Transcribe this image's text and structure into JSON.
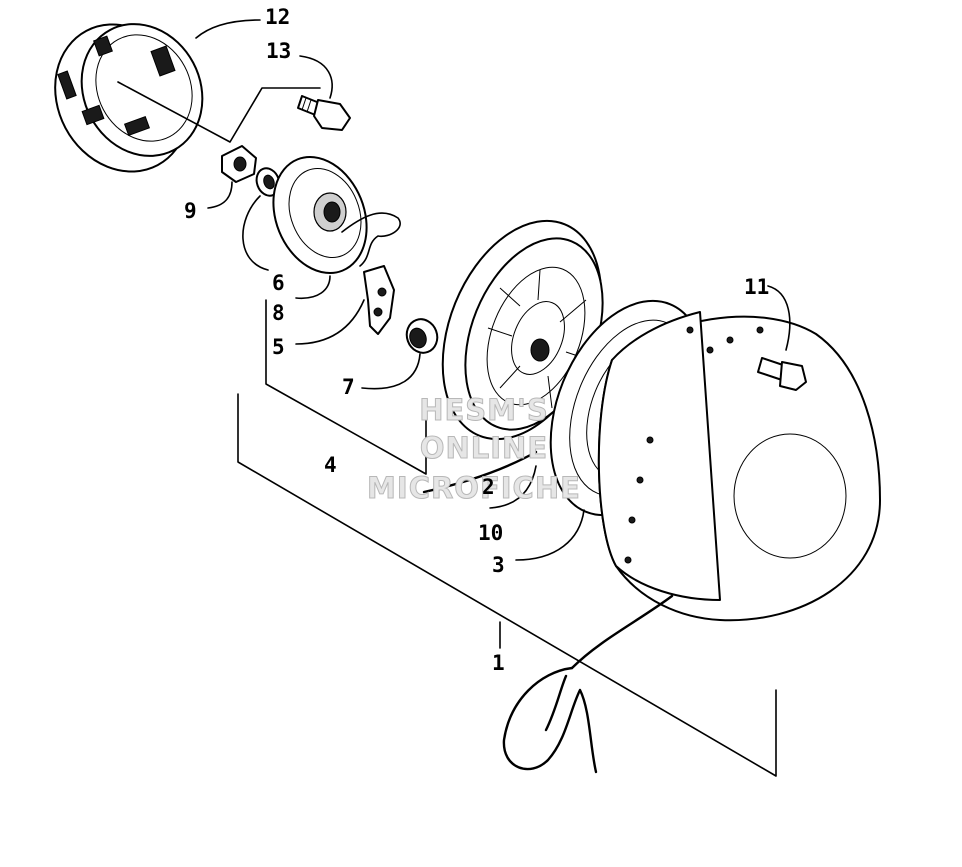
{
  "diagram": {
    "callouts": [
      "12",
      "13",
      "9",
      "6",
      "8",
      "5",
      "7",
      "4",
      "11",
      "2",
      "10",
      "3",
      "1"
    ],
    "watermark": [
      "HESM'S",
      "ONLINE",
      "MICROFICHE"
    ]
  }
}
